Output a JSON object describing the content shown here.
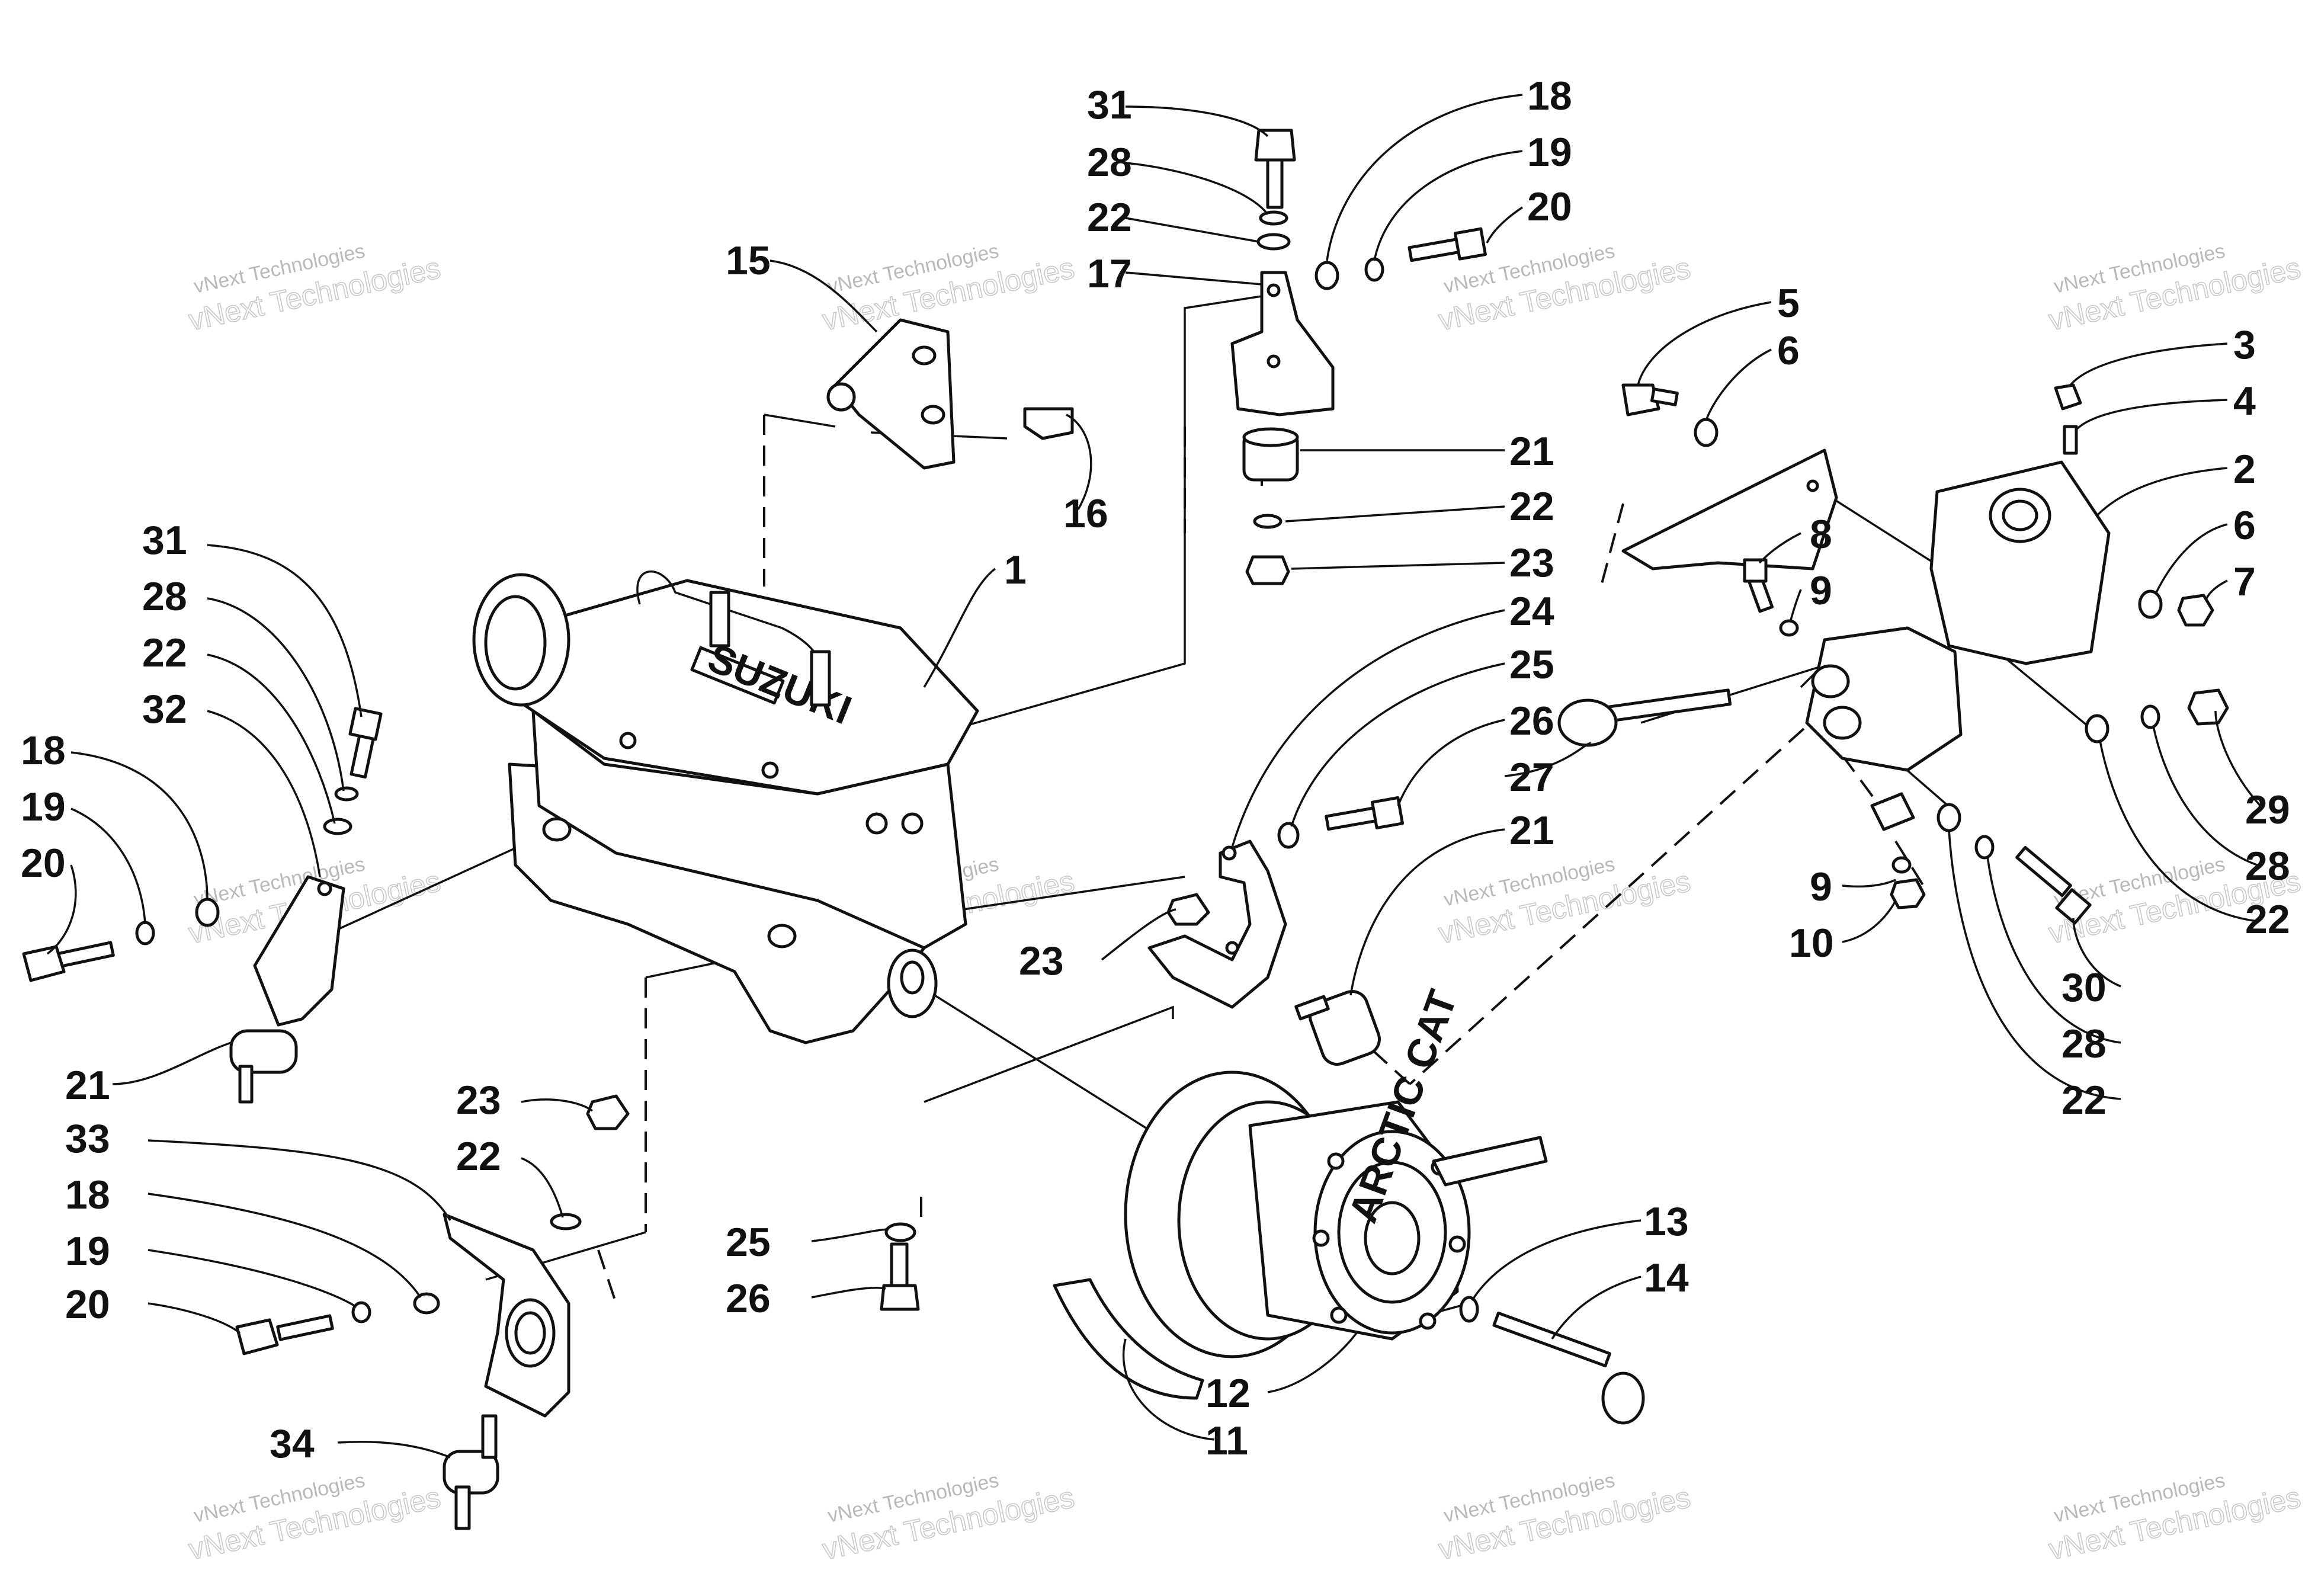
{
  "diagram": {
    "callouts": [
      {
        "id": "c-31a",
        "text": "31"
      },
      {
        "id": "c-28a",
        "text": "28"
      },
      {
        "id": "c-22a",
        "text": "22"
      },
      {
        "id": "c-17",
        "text": "17"
      },
      {
        "id": "c-18a",
        "text": "18"
      },
      {
        "id": "c-19a",
        "text": "19"
      },
      {
        "id": "c-20a",
        "text": "20"
      },
      {
        "id": "c-15",
        "text": "15"
      },
      {
        "id": "c-16",
        "text": "16"
      },
      {
        "id": "c-21a",
        "text": "21"
      },
      {
        "id": "c-22b",
        "text": "22"
      },
      {
        "id": "c-23a",
        "text": "23"
      },
      {
        "id": "c-1",
        "text": "1"
      },
      {
        "id": "c-31b",
        "text": "31"
      },
      {
        "id": "c-28b",
        "text": "28"
      },
      {
        "id": "c-22c",
        "text": "22"
      },
      {
        "id": "c-32",
        "text": "32"
      },
      {
        "id": "c-18b",
        "text": "18"
      },
      {
        "id": "c-19b",
        "text": "19"
      },
      {
        "id": "c-20b",
        "text": "20"
      },
      {
        "id": "c-21b",
        "text": "21"
      },
      {
        "id": "c-23b",
        "text": "23"
      },
      {
        "id": "c-22d",
        "text": "22"
      },
      {
        "id": "c-33",
        "text": "33"
      },
      {
        "id": "c-18c",
        "text": "18"
      },
      {
        "id": "c-19c",
        "text": "19"
      },
      {
        "id": "c-20c",
        "text": "20"
      },
      {
        "id": "c-34",
        "text": "34"
      },
      {
        "id": "c-24",
        "text": "24"
      },
      {
        "id": "c-25a",
        "text": "25"
      },
      {
        "id": "c-26a",
        "text": "26"
      },
      {
        "id": "c-27",
        "text": "27"
      },
      {
        "id": "c-21c",
        "text": "21"
      },
      {
        "id": "c-23c",
        "text": "23"
      },
      {
        "id": "c-25b",
        "text": "25"
      },
      {
        "id": "c-26b",
        "text": "26"
      },
      {
        "id": "c-13",
        "text": "13"
      },
      {
        "id": "c-14",
        "text": "14"
      },
      {
        "id": "c-12",
        "text": "12"
      },
      {
        "id": "c-11",
        "text": "11"
      },
      {
        "id": "c-5",
        "text": "5"
      },
      {
        "id": "c-6a",
        "text": "6"
      },
      {
        "id": "c-3",
        "text": "3"
      },
      {
        "id": "c-4",
        "text": "4"
      },
      {
        "id": "c-2",
        "text": "2"
      },
      {
        "id": "c-6b",
        "text": "6"
      },
      {
        "id": "c-7",
        "text": "7"
      },
      {
        "id": "c-8",
        "text": "8"
      },
      {
        "id": "c-9a",
        "text": "9"
      },
      {
        "id": "c-29",
        "text": "29"
      },
      {
        "id": "c-28c",
        "text": "28"
      },
      {
        "id": "c-22e",
        "text": "22"
      },
      {
        "id": "c-9b",
        "text": "9"
      },
      {
        "id": "c-10",
        "text": "10"
      },
      {
        "id": "c-30",
        "text": "30"
      },
      {
        "id": "c-28d",
        "text": "28"
      },
      {
        "id": "c-22f",
        "text": "22"
      }
    ],
    "engine_brand": "SUZUKI",
    "clutch_brand": "ARCTIC CAT"
  },
  "watermark": {
    "line1": "vNext Technologies",
    "line2": "vNext Technologies"
  }
}
